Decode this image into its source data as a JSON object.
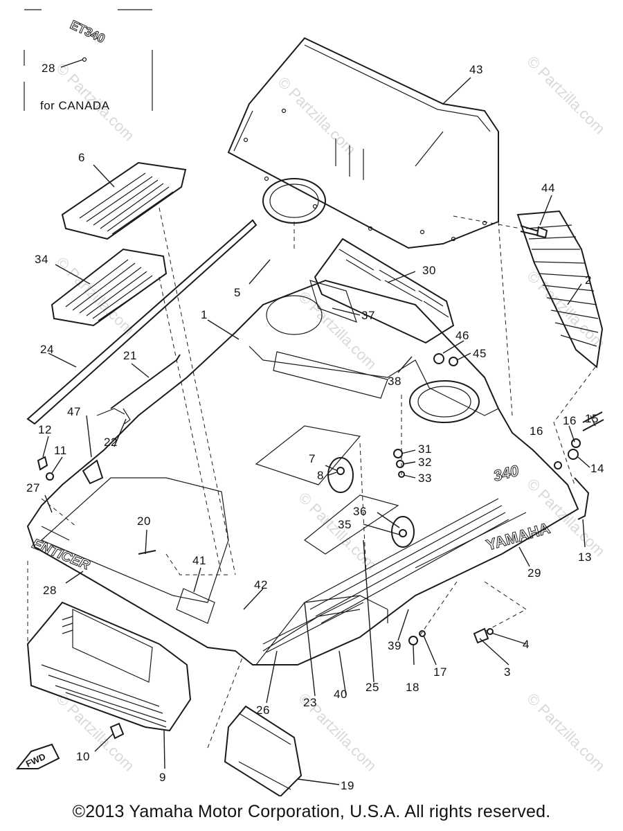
{
  "inset": {
    "callout": "28",
    "decal_text": "ET340",
    "caption": "for CANADA"
  },
  "decals": {
    "model_badge": "340",
    "brand": "YAMAHA",
    "side_name": "ENTICER"
  },
  "fwd_label": "FWD",
  "watermark_text": "© Partzilla.com",
  "copyright": "©2013 Yamaha Motor Corporation, U.S.A. All rights reserved.",
  "callouts": {
    "c43": "43",
    "c44": "44",
    "c2": "2",
    "c6": "6",
    "c34": "34",
    "c5": "5",
    "c30": "30",
    "c37": "37",
    "c1": "1",
    "c46": "46",
    "c45": "45",
    "c24": "24",
    "c21": "21",
    "c38": "38",
    "c15": "15",
    "c16a": "16",
    "c16b": "16",
    "c14": "14",
    "c47": "47",
    "c22": "22",
    "c12": "12",
    "c11": "11",
    "c7": "7",
    "c31": "31",
    "c32": "32",
    "c8": "8",
    "c33": "33",
    "c27": "27",
    "c13": "13",
    "c20": "20",
    "c36": "36",
    "c35": "35",
    "c29": "29",
    "c28": "28",
    "c41": "41",
    "c42": "42",
    "c39": "39",
    "c4": "4",
    "c17": "17",
    "c18": "18",
    "c3": "3",
    "c26": "26",
    "c23": "23",
    "c40": "40",
    "c25": "25",
    "c10": "10",
    "c9": "9",
    "c19": "19"
  }
}
